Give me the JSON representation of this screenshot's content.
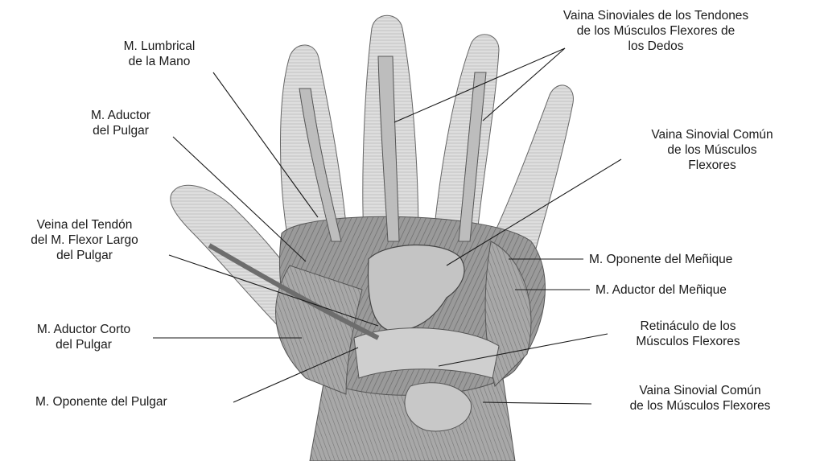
{
  "labels": {
    "vaina_sinoviales_tendones": [
      "Vaina Sinoviales de los Tendones",
      "de los Músculos Flexores de",
      "los Dedos"
    ],
    "lumbrical": [
      "M. Lumbrical",
      "de la Mano"
    ],
    "aductor_pulgar": [
      "M. Aductor",
      "del Pulgar"
    ],
    "vaina_sinovial_comun_flexores": [
      "Vaina Sinovial Común",
      "de los Músculos",
      "Flexores"
    ],
    "vaina_tendon_flexor_largo": [
      "Veina del Tendón",
      "del M. Flexor Largo",
      "del Pulgar"
    ],
    "oponente_menique": [
      "M. Oponente del Meñique"
    ],
    "aductor_menique": [
      "M. Aductor del Meñique"
    ],
    "aductor_corto_pulgar": [
      "M. Aductor Corto",
      "del Pulgar"
    ],
    "retinaculo": [
      "Retináculo de los",
      "Músculos Flexores"
    ],
    "oponente_pulgar": [
      "M. Oponente del Pulgar"
    ],
    "vaina_sinovial_comun_musculos_flexores": [
      "Vaina Sinovial Común",
      "de los Músculos Flexores"
    ]
  },
  "colors": {
    "ink": "#1a1a1a",
    "muscle": "#8f8f8f",
    "muscle_dark": "#5a5a5a",
    "skin": "#d9d9d9",
    "sheath": "#b9b9b9",
    "retinaculum": "#c9c9c9"
  }
}
